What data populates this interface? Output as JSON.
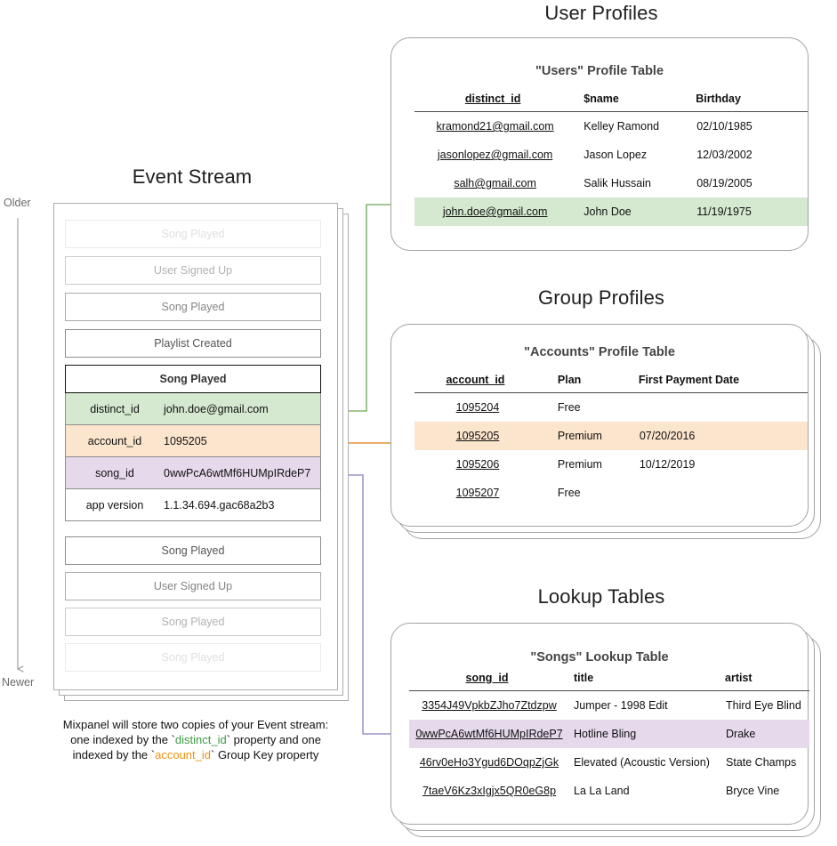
{
  "sections": {
    "event_stream_title": "Event Stream",
    "user_profiles_title": "User Profiles",
    "group_profiles_title": "Group Profiles",
    "lookup_tables_title": "Lookup Tables"
  },
  "timeline": {
    "older_label": "Older",
    "newer_label": "Newer"
  },
  "event_stream": {
    "events_before": [
      {
        "name": "Song Played"
      },
      {
        "name": "User Signed Up"
      },
      {
        "name": "Song Played"
      },
      {
        "name": "Playlist Created"
      }
    ],
    "selected_event": {
      "name": "Song Played",
      "properties": [
        {
          "key": "distinct_id",
          "value": "john.doe@gmail.com",
          "highlight": "green"
        },
        {
          "key": "account_id",
          "value": "1095205",
          "highlight": "orange"
        },
        {
          "key": "song_id",
          "value": "0wwPcA6wtMf6HUMpIRdeP7",
          "highlight": "purple"
        },
        {
          "key": "app version",
          "value": "1.1.34.694.gac68a2b3",
          "highlight": "none"
        }
      ]
    },
    "events_after": [
      {
        "name": "Song Played"
      },
      {
        "name": "User Signed Up"
      },
      {
        "name": "Song Played"
      },
      {
        "name": "Song Played"
      }
    ]
  },
  "caption": {
    "line1": "Mixpanel will store two copies of your Event stream:",
    "line2_a": "one indexed by the `",
    "line2_key": "distinct_id",
    "line2_b": "` property and one",
    "line3_a": "indexed by the `",
    "line3_key": "account_id",
    "line3_b": "` Group Key property"
  },
  "users_table": {
    "title": "\"Users\" Profile Table",
    "columns": [
      "distinct_id",
      "$name",
      "Birthday"
    ],
    "rows": [
      {
        "cells": [
          "kramond21@gmail.com",
          "Kelley Ramond",
          "02/10/1985"
        ],
        "highlight": "none"
      },
      {
        "cells": [
          "jasonlopez@gmail.com",
          "Jason Lopez",
          "12/03/2002"
        ],
        "highlight": "none"
      },
      {
        "cells": [
          "salh@gmail.com",
          "Salik Hussain",
          "08/19/2005"
        ],
        "highlight": "none"
      },
      {
        "cells": [
          "john.doe@gmail.com",
          "John Doe",
          "11/19/1975"
        ],
        "highlight": "green"
      }
    ]
  },
  "accounts_table": {
    "title": "\"Accounts\" Profile Table",
    "columns": [
      "account_id",
      "Plan",
      "First Payment Date"
    ],
    "rows": [
      {
        "cells": [
          "1095204",
          "Free",
          ""
        ],
        "highlight": "none"
      },
      {
        "cells": [
          "1095205",
          "Premium",
          "07/20/2016"
        ],
        "highlight": "orange"
      },
      {
        "cells": [
          "1095206",
          "Premium",
          "10/12/2019"
        ],
        "highlight": "none"
      },
      {
        "cells": [
          "1095207",
          "Free",
          ""
        ],
        "highlight": "none"
      }
    ]
  },
  "songs_table": {
    "title": "\"Songs\" Lookup Table",
    "columns": [
      "song_id",
      "title",
      "artist"
    ],
    "rows": [
      {
        "cells": [
          "3354J49VpkbZJho7Ztdzpw",
          "Jumper - 1998 Edit",
          "Third Eye Blind"
        ],
        "highlight": "none"
      },
      {
        "cells": [
          "0wwPcA6wtMf6HUMpIRdeP7",
          "Hotline Bling",
          "Drake"
        ],
        "highlight": "purple"
      },
      {
        "cells": [
          "46rv0eHo3Ygud6DOqpZjGk",
          "Elevated (Acoustic Version)",
          "State Champs"
        ],
        "highlight": "none"
      },
      {
        "cells": [
          "7taeV6Kz3xIgjx5QR0eG8p",
          "La La Land",
          "Bryce Vine"
        ],
        "highlight": "none"
      }
    ]
  },
  "colors": {
    "green_highlight": "#d5e8d0",
    "orange_highlight": "#fce5cd",
    "purple_highlight": "#e6d9ec",
    "green_connector": "#6aa84f",
    "orange_connector": "#e69138",
    "purple_connector": "#8e7cc3",
    "card_border": "#a3a3a3",
    "timeline": "#9a9a9a"
  }
}
